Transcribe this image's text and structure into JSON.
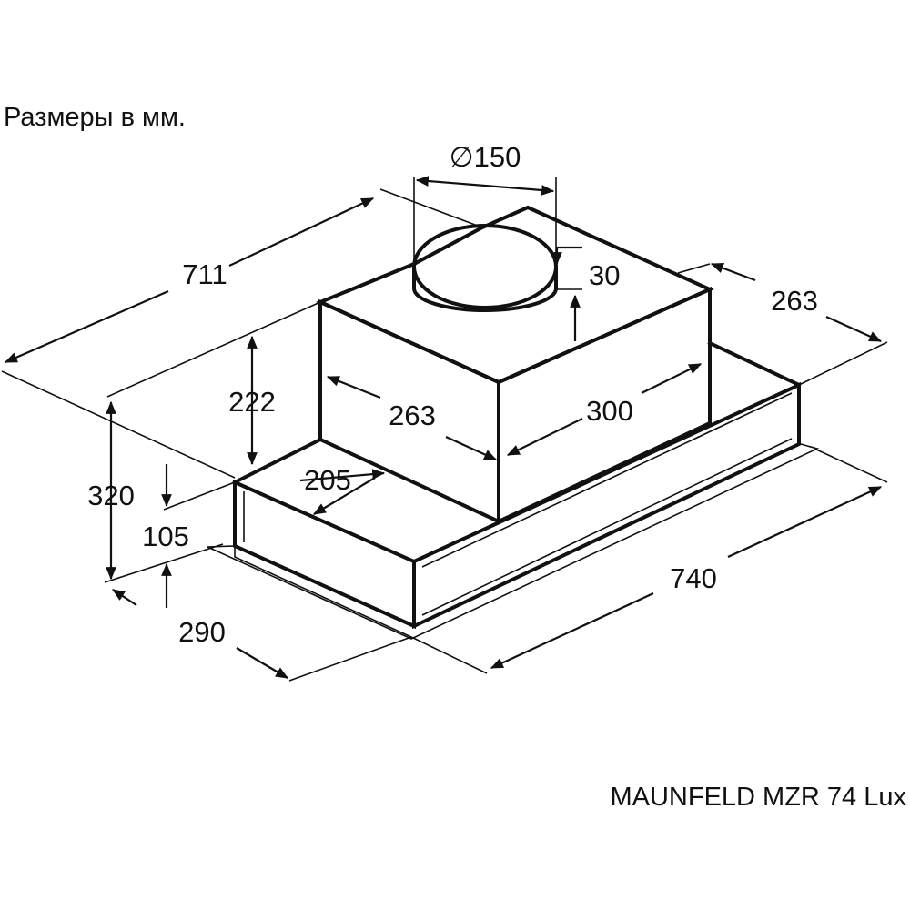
{
  "caption": "Размеры в мм.",
  "model_name": "MAUNFELD MZR 74 Lux",
  "dimensions": {
    "duct_diameter": "∅150",
    "duct_height": "30",
    "overall_depth": "711",
    "motor_depth_right": "263",
    "motor_height": "222",
    "motor_depth_front": "263",
    "motor_width": "300",
    "overall_height": "320",
    "front_panel_depth": "205",
    "front_panel_height": "105",
    "front_depth": "290",
    "overall_width": "740"
  }
}
